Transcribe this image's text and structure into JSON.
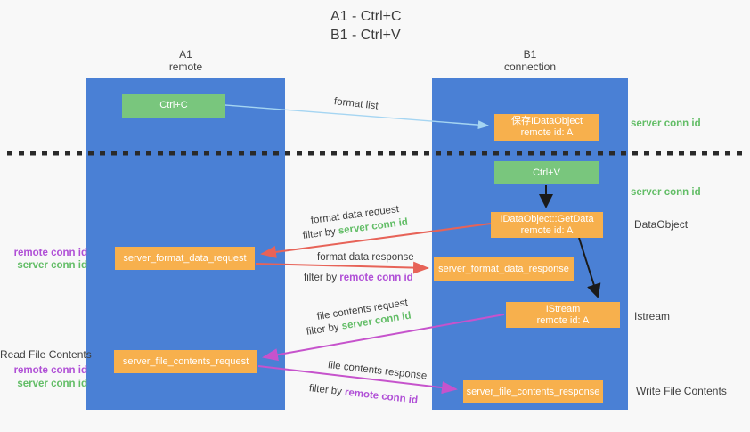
{
  "title": {
    "line1": "A1 - Ctrl+C",
    "line2": "B1 - Ctrl+V"
  },
  "columns": {
    "a": {
      "id": "A1",
      "subtitle": "remote"
    },
    "b": {
      "id": "B1",
      "subtitle": "connection"
    }
  },
  "nodes": {
    "ctrl_c": {
      "label": "Ctrl+C"
    },
    "ctrl_v": {
      "label": "Ctrl+V"
    },
    "save_dataobject": {
      "line1": "保存IDataObject",
      "line2": "remote id: A"
    },
    "getdata": {
      "line1": "IDataObject::GetData",
      "line2": "remote id: A"
    },
    "istream": {
      "line1": "IStream",
      "line2": "remote id: A"
    },
    "format_request": {
      "label": "server_format_data_request"
    },
    "format_response": {
      "label": "server_format_data_response"
    },
    "file_request": {
      "label": "server_file_contents_request"
    },
    "file_response": {
      "label": "server_file_contents_response"
    }
  },
  "flows": {
    "format_list": {
      "label": "format list"
    },
    "format_data_request": {
      "label": "format data request",
      "filter_prefix": "filter by",
      "filter_key": "server conn id"
    },
    "format_data_response": {
      "label": "format data response",
      "filter_prefix": "filter by",
      "filter_key": "remote conn id"
    },
    "file_contents_request": {
      "label": "file contents request",
      "filter_prefix": "filter by",
      "filter_key": "server conn id"
    },
    "file_contents_response": {
      "label": "file contents response",
      "filter_prefix": "filter by",
      "filter_key": "remote conn id"
    }
  },
  "side_labels": {
    "right_server_conn_id_top": "server conn id",
    "right_server_conn_id_mid": "server conn id",
    "dataobject": "DataObject",
    "istream": "Istream",
    "write_file_contents": "Write File Contents",
    "read_file_contents": "Read File Contents",
    "left_remote_conn_id_1": "remote conn id",
    "left_server_conn_id_1": "server conn id",
    "left_remote_conn_id_2": "remote conn id",
    "left_server_conn_id_2": "server conn id"
  },
  "colors": {
    "column_blue": "#4a80d5",
    "node_orange": "#f7b04d",
    "button_green": "#79c67d",
    "conn_id_green": "#62bd66",
    "conn_id_purple": "#b04fd6",
    "arrow_red": "#e76358",
    "arrow_purple": "#c653cc",
    "arrow_lightblue": "#a5d5f2",
    "arrow_black": "#1a1a1a",
    "dotted_separator": "#2a2a2a"
  }
}
